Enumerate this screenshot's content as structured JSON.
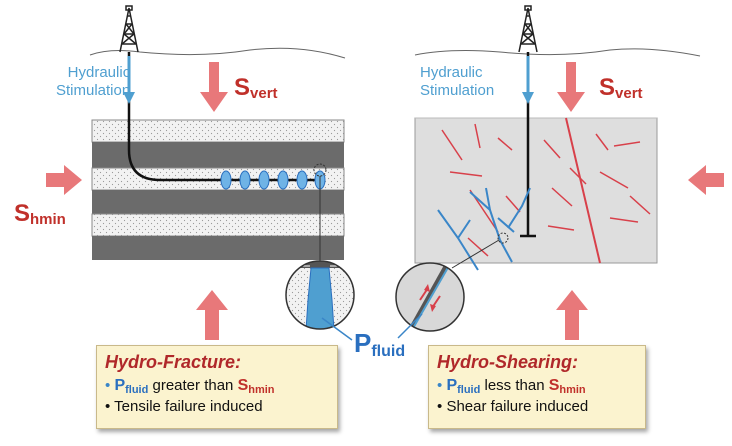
{
  "labels": {
    "left_stimulation": "Hydraulic\nStimulation",
    "right_stimulation": "Hydraulic\nStimulation",
    "s_vert": {
      "main": "S",
      "sub": "vert"
    },
    "s_hmin": {
      "main": "S",
      "sub": "hmin"
    },
    "p_fluid": {
      "main": "P",
      "sub": "fluid"
    }
  },
  "hydro_fracture_box": {
    "title": "Hydro-Fracture:",
    "line1": {
      "bullet": "•",
      "p": "P",
      "p_sub": "fluid",
      "relation": " greater than ",
      "s": "S",
      "s_sub": "hmin"
    },
    "line2": {
      "bullet": "•",
      "text": "Tensile failure induced"
    }
  },
  "hydro_shearing_box": {
    "title": "Hydro-Shearing:",
    "line1": {
      "bullet": "•",
      "p": "P",
      "p_sub": "fluid",
      "relation": " less than ",
      "s": "S",
      "s_sub": "hmin"
    },
    "line2": {
      "bullet": "•",
      "text": "Shear failure induced"
    }
  },
  "colors": {
    "stress_arrow": "#e8787a",
    "stress_text": "#c0302a",
    "fluid_blue": "#3a86c8",
    "fracture_red": "#d8404a",
    "dark_layer": "#6b6b6b",
    "light_layer": "#ececec",
    "rock_gray": "#dedede",
    "box_fill": "#fbf3cf"
  }
}
